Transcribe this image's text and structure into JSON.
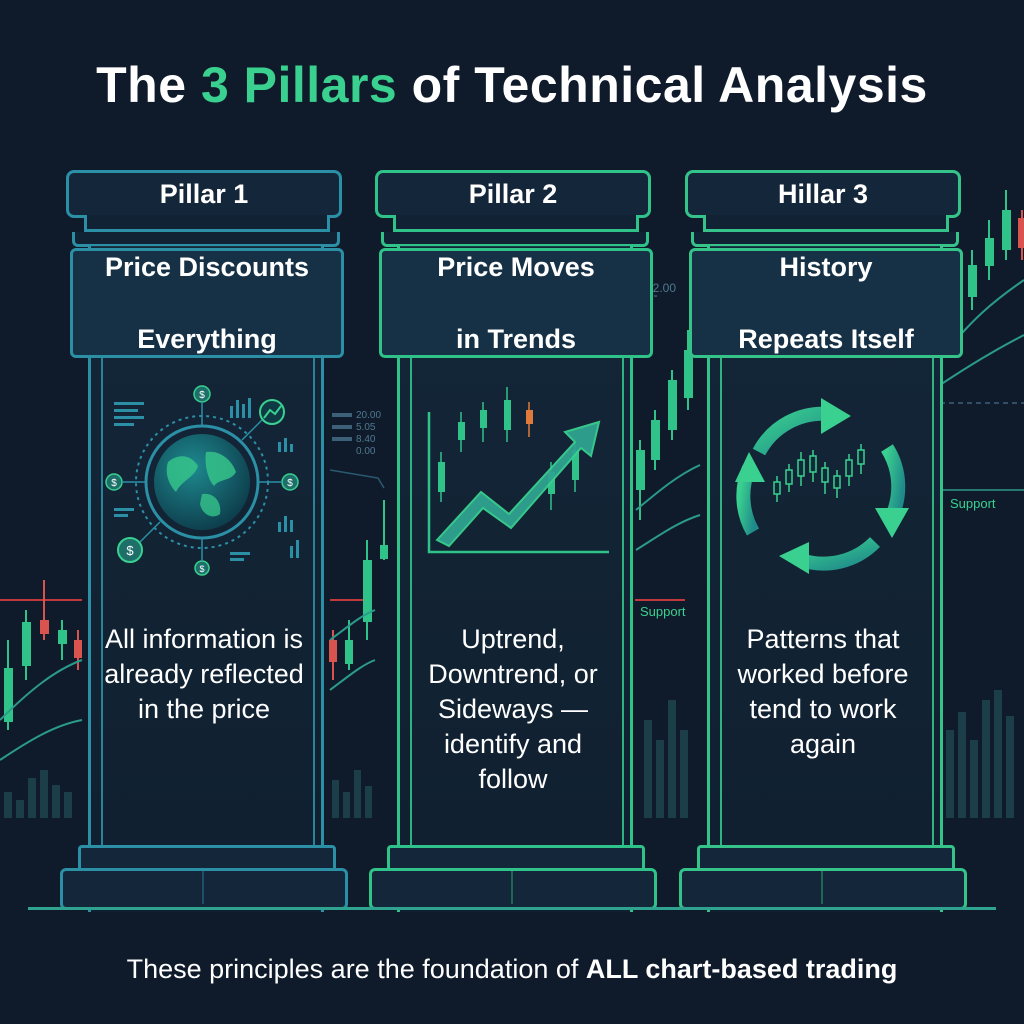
{
  "title": {
    "prefix": "The ",
    "accent": "3 Pillars",
    "suffix": " of Technical Analysis"
  },
  "pillars": [
    {
      "cap_label": "Pillar 1",
      "heading_line1": "Price Discounts",
      "heading_line2": "Everything",
      "description": "All information is already reflected in the price",
      "icon": "globe-with-dollar-nodes-icon",
      "color": "#2b8fa6"
    },
    {
      "cap_label": "Pillar 2",
      "heading_line1": "Price Moves",
      "heading_line2": "in Trends",
      "description": "Uptrend, Downtrend, or Sideways — identify and follow",
      "icon": "uptrend-arrow-candlestick-icon",
      "color": "#2fc38a"
    },
    {
      "cap_label": "Hillar 3",
      "heading_line1": "History",
      "heading_line2": "Repeats Itself",
      "description": "Patterns that worked before tend to work again",
      "icon": "cycle-arrows-candlestick-icon",
      "color": "#35c38a"
    }
  ],
  "background": {
    "price_label": "$2.00",
    "support_label_left": "Support",
    "support_label_right": "Support",
    "ticker_values": [
      "20.00",
      "5.05",
      "8.40",
      "0.00"
    ]
  },
  "footer": {
    "prefix": "These principles are the foundation of ",
    "strong": "ALL chart-based trading"
  },
  "colors": {
    "background": "#0f1b2b",
    "accent_green": "#3ad08f",
    "teal": "#2b8fa6",
    "candle_red": "#d9534f"
  }
}
